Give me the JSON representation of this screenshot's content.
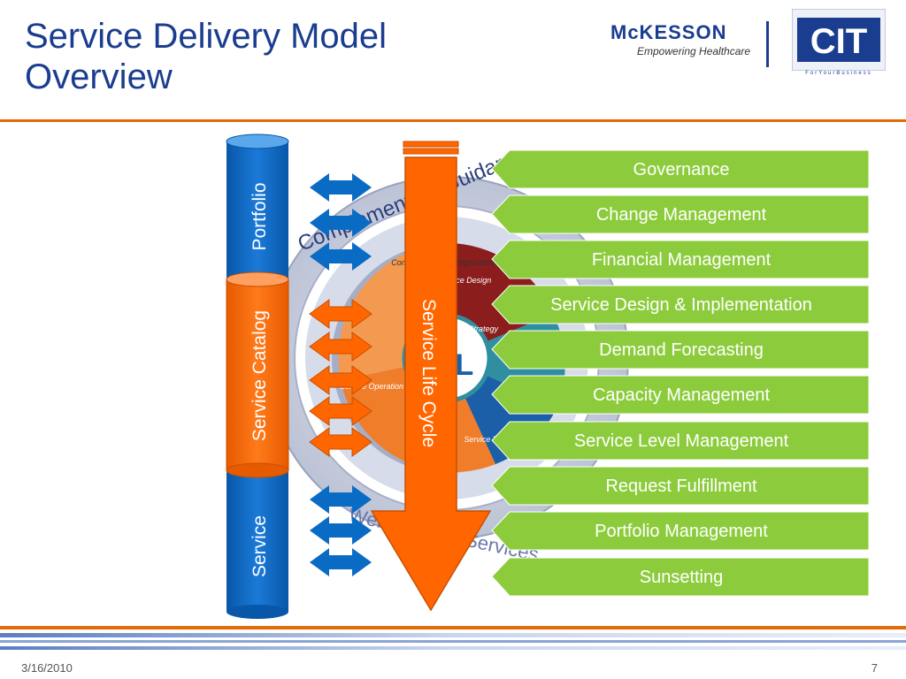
{
  "title": {
    "line1": "Service Delivery Model",
    "line2": "Overview"
  },
  "logos": {
    "mckesson_name": "McKESSON",
    "mckesson_tagline": "Empowering Healthcare",
    "cit_name": "CIT",
    "cit_tagline": "ForYourBusiness"
  },
  "pillars": {
    "portfolio": "Portfolio",
    "service_catalog": "Service Catalog",
    "service": "Service",
    "life_cycle": "Service Life Cycle"
  },
  "wheel": {
    "outer_text": "Complementary Guidance",
    "bottom_text": "Web Support Services",
    "center_text": "ITIL",
    "segments": [
      "Continual Service Improvement",
      "Service Design",
      "Service Strategy",
      "Service Operation",
      "Service Transition"
    ]
  },
  "items": [
    "Governance",
    "Change Management",
    "Financial Management",
    "Service Design & Implementation",
    "Demand Forecasting",
    "Capacity Management",
    "Service Level Management",
    "Request Fulfillment",
    "Portfolio Management",
    "Sunsetting"
  ],
  "colors": {
    "title_blue": "#1a3d8f",
    "accent_orange": "#ff6600",
    "pillar_blue": "#0a6bc4",
    "box_green": "#8ccc3c",
    "rule_orange": "#e36c0a"
  },
  "footer": {
    "date": "3/16/2010",
    "page": "7"
  }
}
